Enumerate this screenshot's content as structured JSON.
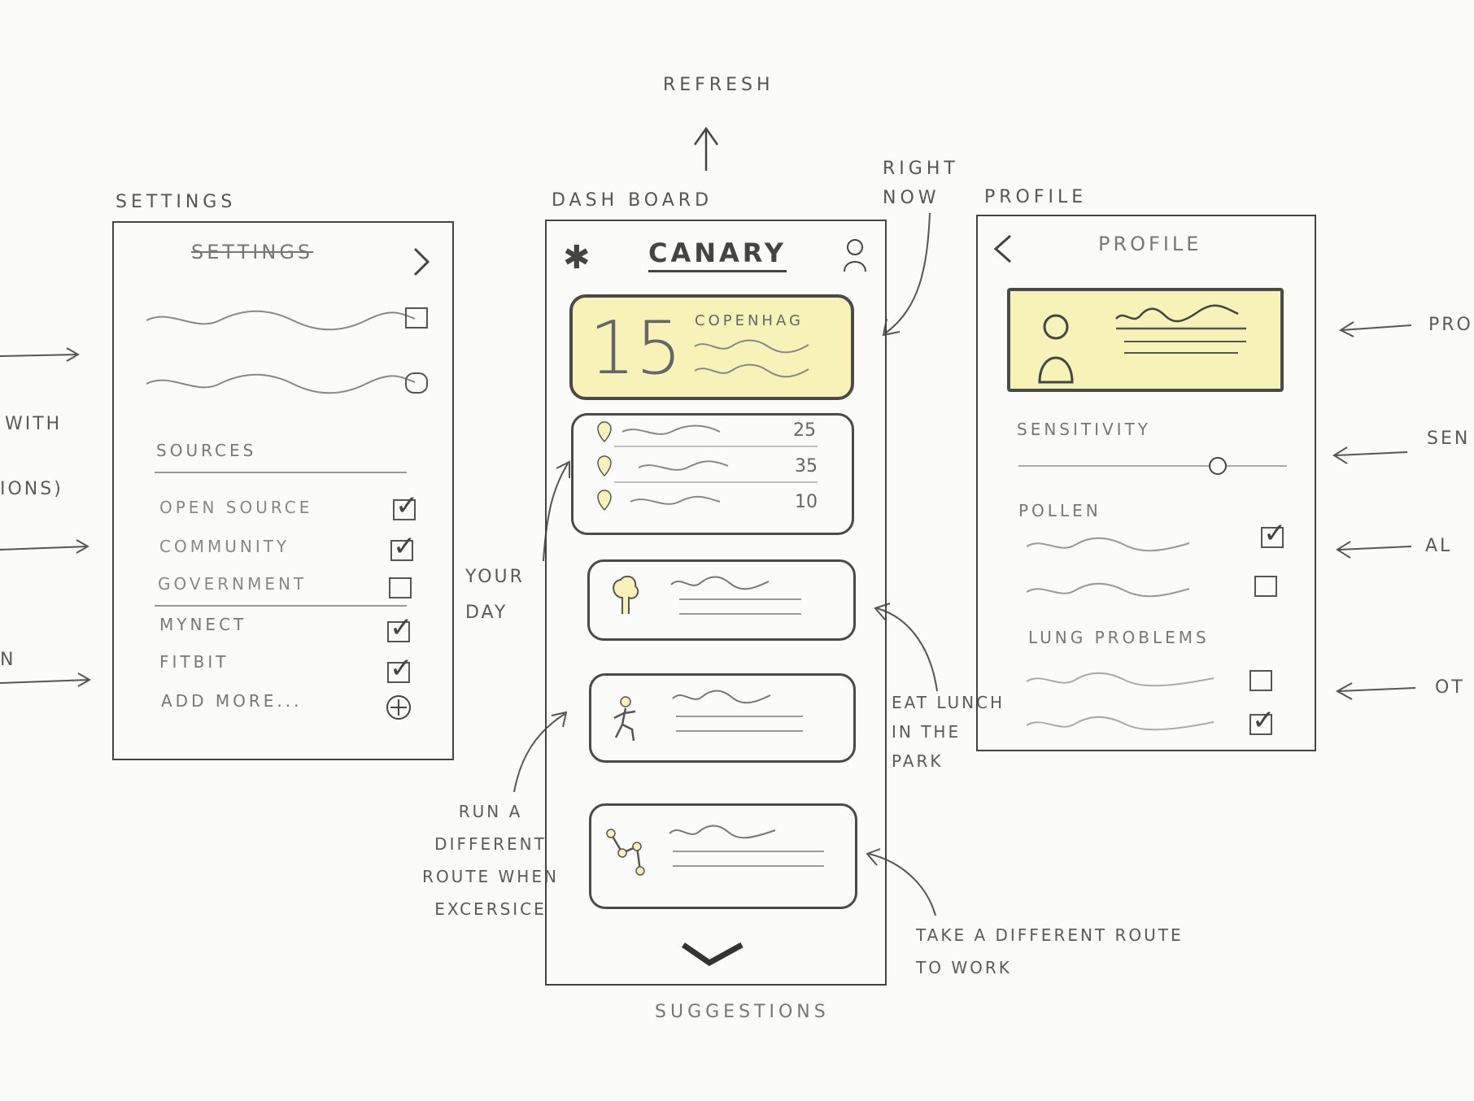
{
  "labels": {
    "refresh": "REFRESH",
    "settings_screen": "SETTINGS",
    "dashboard_screen": "DASH BOARD",
    "profile_screen": "PROFILE",
    "right_now": "RIGHT NOW",
    "suggestions": "SUGGESTIONS"
  },
  "settings": {
    "title": "SETTINGS",
    "sources_heading": "SOURCES",
    "sources": [
      {
        "label": "OPEN SOURCE",
        "checked": true
      },
      {
        "label": "COMMUNITY",
        "checked": true
      },
      {
        "label": "GOVERNMENT",
        "checked": false
      },
      {
        "label": "MYNECT",
        "checked": true
      },
      {
        "label": "FITBIT",
        "checked": true
      }
    ],
    "add_more": "ADD MORE..."
  },
  "dashboard": {
    "app_title": "CANARY",
    "now_value": "15",
    "now_city": "COPENHAG",
    "locations": [
      {
        "value": "25"
      },
      {
        "value": "35"
      },
      {
        "value": "10"
      }
    ]
  },
  "profile": {
    "title": "PROFILE",
    "sensitivity": "SENSITIVITY",
    "pollen": "POLLEN",
    "lung_problems": "LUNG PROBLEMS"
  },
  "notes": {
    "left_partial_1": "WITH",
    "left_partial_2": "IONS)",
    "left_partial_3": "N",
    "your_day": "YOUR DAY",
    "eat_lunch": "EAT LUNCH IN THE PARK",
    "run_route": "RUN A DIFFERENT ROUTE WHEN EXCERSICE",
    "take_route": "TAKE A DIFFERENT ROUTE TO WORK",
    "right_partial_1": "PRO",
    "right_partial_2": "SEN",
    "right_partial_3": "AL",
    "right_partial_4": "OT"
  },
  "colors": {
    "pencil": "#4a4a4a",
    "highlight": "#f6f2b8"
  },
  "icons": [
    "asterisk-icon",
    "person-icon",
    "chevron-right-icon",
    "back-arrow-icon",
    "location-pin-icon",
    "tree-icon",
    "runner-icon",
    "route-icon",
    "chevron-down-icon",
    "plus-circle-icon"
  ]
}
